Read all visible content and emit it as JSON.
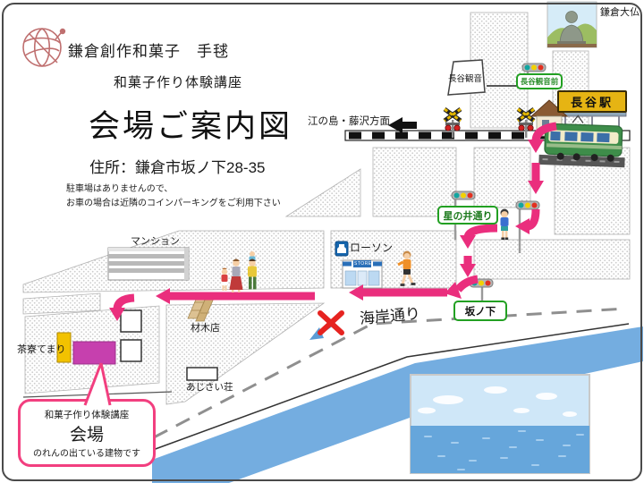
{
  "header": {
    "brand": "鎌倉創作和菓子　手毬",
    "subtitle": "和菓子作り体験講座",
    "title": "会場ご案内図",
    "address": "住所：鎌倉市坂ノ下28-35",
    "note1": "駐車場はありませんので、",
    "note2": "お車の場合は近隣のコインパーキングをご利用下さい"
  },
  "map": {
    "labels": {
      "daibutsu": "鎌倉大仏",
      "hase_kannon": "長谷観音",
      "hase_kannon_mae": "長谷観音前",
      "hase_station": "長谷駅",
      "enoshima_direction": "江の島・藤沢方面",
      "hoshinoi_street": "星の井通り",
      "lawson": "ローソン",
      "lawson_store_sign": "STORE",
      "sakanoshita": "坂ノ下",
      "kaigan_street": "海岸通り",
      "mansion": "マンション",
      "lumber_store": "材木店",
      "ajisai_so": "あじさい荘",
      "tea_house": "茶寮てまり"
    },
    "callout": {
      "line1": "和菓子作り体験講座",
      "line2": "会場",
      "line3": "のれんの出ている建物です"
    },
    "colors": {
      "route_pink": "#ea2e7d",
      "venue_magenta": "#c640ae",
      "label_green": "#22a022",
      "water_blue": "#74ade0",
      "logo_rose": "#bf6f6f"
    }
  }
}
